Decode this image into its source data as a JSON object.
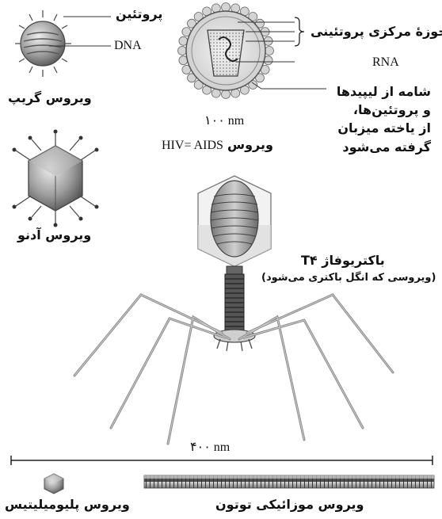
{
  "influenza": {
    "label_protein": "پروتئین",
    "label_dna": "DNA",
    "name": "ویروس گریپ"
  },
  "hiv": {
    "label_core": "حوزهٔ مرکزی پروتئینی",
    "label_rna": "RNA",
    "envelope_lines": [
      "شامه از لیپیدها",
      "و پروتئین‌ها،",
      "از یاخته میزبان",
      "گرفته می‌شود"
    ],
    "scale": "۱۰۰ nm",
    "name_fa": "ویروس",
    "name_en": "HIV= AIDS"
  },
  "adeno": {
    "name": "ویروس آدنو"
  },
  "phage": {
    "name": "باکتریوفاژ T۴",
    "subtitle": "(ویروسی که انگل باکتری می‌شود)"
  },
  "scale_bar": {
    "label": "۴۰۰ nm"
  },
  "polyoma": {
    "name": "ویروس پلیومیلیتیس"
  },
  "tobacco": {
    "name": "ویروس موزائیکی توتون"
  },
  "colors": {
    "line": "#333333",
    "virus_gray": "#9a9a9a",
    "virus_dark": "#5a5a5a",
    "halo": "#d8d8d8"
  }
}
